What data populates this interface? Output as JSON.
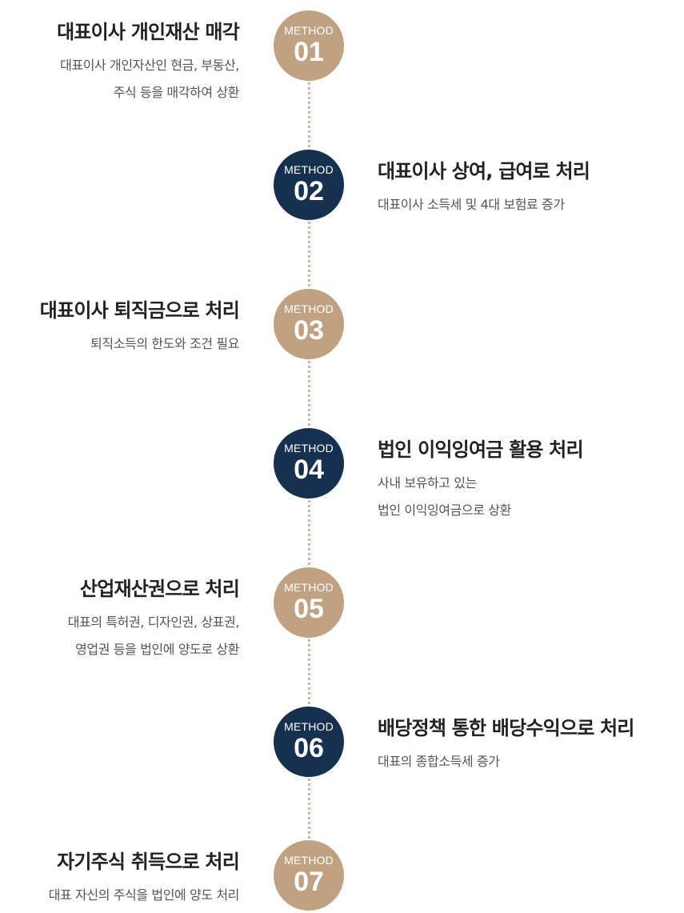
{
  "badge_label": "METHOD",
  "colors": {
    "tan": "#c0a283",
    "navy": "#16304f",
    "dots": "#c9b8a6"
  },
  "methods": [
    {
      "number": "01",
      "title": "대표이사 개인재산 매각",
      "desc": [
        "대표이사 개인자산인 현금, 부동산,",
        "주식 등을 매각하여 상환"
      ]
    },
    {
      "number": "02",
      "title": "대표이사 상여, 급여로 처리",
      "desc": [
        "대표이사 소득세 및 4대 보험료 증가"
      ]
    },
    {
      "number": "03",
      "title": "대표이사 퇴직금으로 처리",
      "desc": [
        "퇴직소득의 한도와 조건 필요"
      ]
    },
    {
      "number": "04",
      "title": "법인 이익잉여금 활용 처리",
      "desc": [
        "사내 보유하고 있는",
        "법인 이익잉여금으로 상환"
      ]
    },
    {
      "number": "05",
      "title": "산업재산권으로 처리",
      "desc": [
        "대표의 특허권, 디자인권, 상표권,",
        "영업권 등을 법인에 양도로 상환"
      ]
    },
    {
      "number": "06",
      "title": "배당정책 통한 배당수익으로 처리",
      "desc": [
        "대표의 종합소득세 증가"
      ]
    },
    {
      "number": "07",
      "title": "자기주식 취득으로 처리",
      "desc": [
        "대표 자신의 주식을 법인에 양도 처리"
      ]
    }
  ]
}
